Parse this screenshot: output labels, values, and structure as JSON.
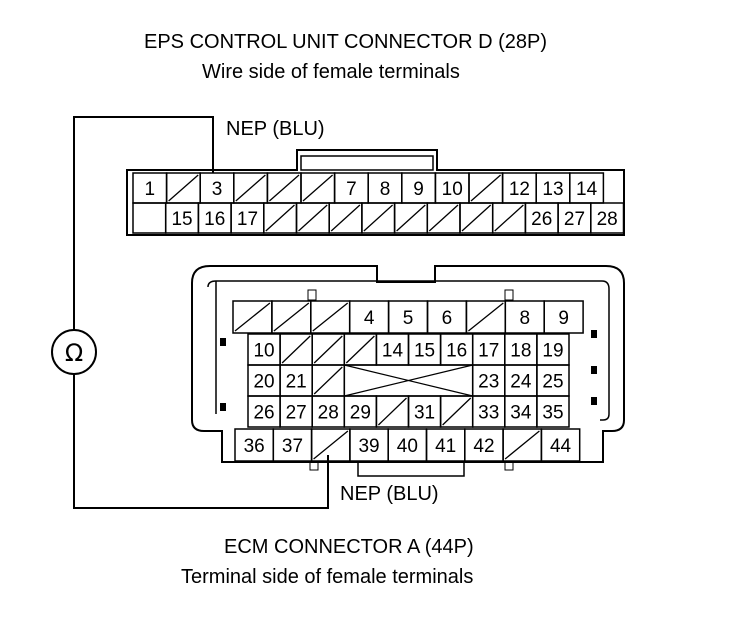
{
  "eps_connector": {
    "title": "EPS CONTROL UNIT CONNECTOR D (28P)",
    "subtitle": "Wire side of female terminals",
    "probe_label": "NEP (BLU)",
    "row1": [
      "1",
      "/",
      "3",
      "/",
      "/",
      "/",
      "7",
      "8",
      "9",
      "10",
      "/",
      "12",
      "13",
      "14"
    ],
    "row2": [
      "",
      "15",
      "16",
      "17",
      "/",
      "/",
      "/",
      "/",
      "/",
      "/",
      "/",
      "/",
      "26",
      "27",
      "28"
    ]
  },
  "ecm_connector": {
    "title": "ECM CONNECTOR A (44P)",
    "subtitle": "Terminal side of female terminals",
    "probe_label": "NEP (BLU)",
    "row1": [
      "/",
      "/",
      "/",
      "4",
      "5",
      "6",
      "/",
      "8",
      "9"
    ],
    "row2": [
      "10",
      "/",
      "/",
      "/",
      "14",
      "15",
      "16",
      "17",
      "18",
      "19"
    ],
    "row3": [
      "20",
      "21",
      "/",
      "X",
      "X",
      "X",
      "X",
      "23",
      "24",
      "25"
    ],
    "row4": [
      "26",
      "27",
      "28",
      "29",
      "/",
      "31",
      "/",
      "33",
      "34",
      "35"
    ],
    "row5": [
      "36",
      "37",
      "/",
      "39",
      "40",
      "41",
      "42",
      "/",
      "44"
    ]
  },
  "ohmmeter": {
    "symbol": "Ω",
    "icon": "ohmmeter-icon"
  }
}
